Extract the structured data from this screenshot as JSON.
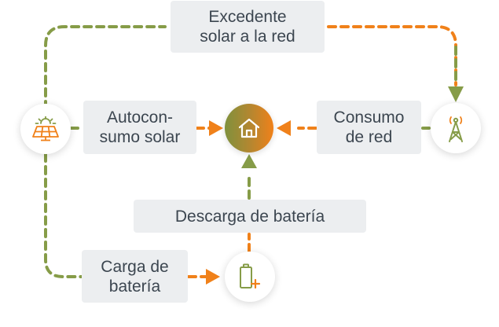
{
  "colors": {
    "green": "#869c48",
    "orange": "#f0811a",
    "label_bg": "#eceef0",
    "text": "#3c4650"
  },
  "nodes": {
    "solar": {
      "icon": "solar-panel-icon"
    },
    "home": {
      "icon": "house-icon"
    },
    "grid": {
      "icon": "transmission-tower-icon"
    },
    "battery": {
      "icon": "battery-charging-icon"
    }
  },
  "labels": {
    "excedente": {
      "line1": "Excedente",
      "line2": "solar a la red"
    },
    "autoconsumo": {
      "line1": "Autocon-",
      "line2": "sumo solar"
    },
    "consumo": {
      "line1": "Consumo",
      "line2": "de red"
    },
    "descarga": {
      "line1": "Descarga de batería"
    },
    "carga": {
      "line1": "Carga de",
      "line2": "batería"
    }
  }
}
